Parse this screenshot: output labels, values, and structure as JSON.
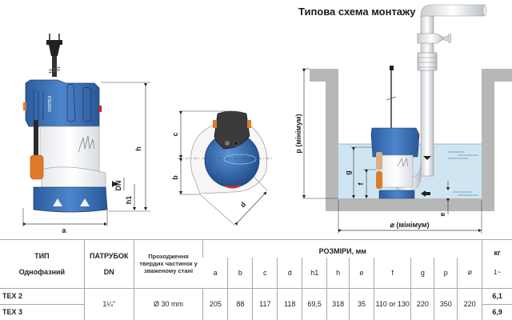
{
  "header": {
    "install_title": "Типова схема монтажу"
  },
  "drawings": {
    "front_view": {
      "labels": {
        "a": "a",
        "h": "h",
        "h1": "h1",
        "dn": "DN"
      },
      "brand_text": "VORTEX"
    },
    "top_view": {
      "labels": {
        "b": "b",
        "c": "c",
        "d": "d"
      }
    },
    "installation": {
      "labels": {
        "p": "p (мінімум)",
        "g": "g",
        "f": "f",
        "e": "e",
        "width": "⌀ (мінімум)"
      }
    },
    "colors": {
      "pump_blue": "#3a6fb5",
      "float_orange": "#e07a2a",
      "water": "#cfe6f2",
      "wall": "#b7b7b7"
    }
  },
  "table": {
    "headers": {
      "type": "ТИП",
      "type_sub": "Однофазний",
      "outlet": "ПАТРУБОК",
      "outlet_sub": "DN",
      "solids": "Проходження твердих частинок у зваженому стані",
      "dimensions": "РОЗМІРИ, мм",
      "weight": "кг",
      "weight_sub": "1~",
      "dims": [
        "a",
        "b",
        "c",
        "d",
        "h1",
        "h",
        "e",
        "f",
        "g",
        "p",
        "⌀"
      ]
    },
    "shared": {
      "dn": "1¼\"",
      "solids": "Ø 30 mm",
      "dims": [
        "205",
        "88",
        "117",
        "118",
        "69,5",
        "318",
        "35",
        "110 or 130",
        "220",
        "350",
        "220"
      ]
    },
    "rows": [
      {
        "model": "TEX 2",
        "weight": "6,1"
      },
      {
        "model": "TEX 3",
        "weight": "6,9"
      }
    ]
  }
}
